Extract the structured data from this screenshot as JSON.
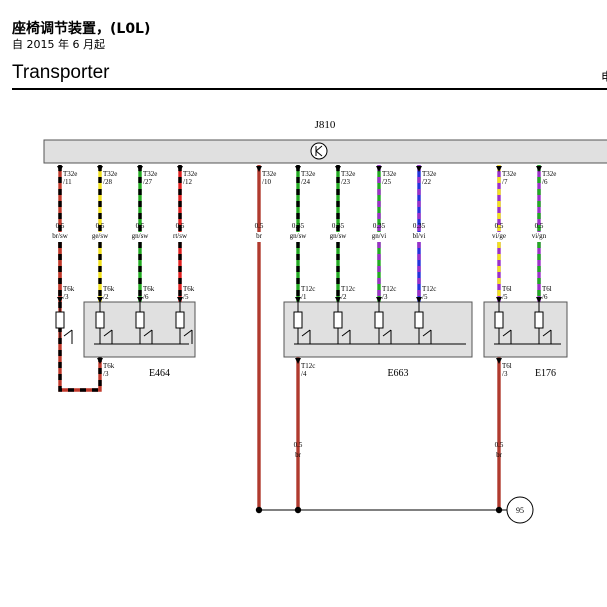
{
  "header": {
    "title": "座椅调节装置，(L0L)",
    "subtitle": "自 2015 年 6 月起",
    "model": "Transporter",
    "right_text": "电"
  },
  "diagram": {
    "control_unit": {
      "label": "J810",
      "symbol": "transistor-icon"
    },
    "connectors": [
      {
        "pin": "T32e",
        "num": "/11",
        "size": "0.5",
        "color": "br/sw",
        "wire": [
          "#c0392b",
          "#000000"
        ],
        "module": "E464",
        "sub_pin": "T6k",
        "sub_num": "/3",
        "bottom": true
      },
      {
        "pin": "T32e",
        "num": "/28",
        "size": "0.5",
        "color": "ge/sw",
        "wire": [
          "#f1e21e",
          "#000000"
        ],
        "module": "E464",
        "sub_pin": "T6k",
        "sub_num": "/2"
      },
      {
        "pin": "T32e",
        "num": "/27",
        "size": "0.5",
        "color": "gn/sw",
        "wire": [
          "#22aa22",
          "#000000"
        ],
        "module": "E464",
        "sub_pin": "T6k",
        "sub_num": "/6"
      },
      {
        "pin": "T32e",
        "num": "/12",
        "size": "0.5",
        "color": "rt/sw",
        "wire": [
          "#e02020",
          "#000000"
        ],
        "module": "E464",
        "sub_pin": "T6k",
        "sub_num": "/5"
      },
      {
        "pin": "T32e",
        "num": "/10",
        "size": "0.5",
        "color": "br",
        "wire": [
          "#b03a2e",
          "#b03a2e"
        ]
      },
      {
        "pin": "T32e",
        "num": "/24",
        "size": "0.35",
        "color": "gn/sw",
        "wire": [
          "#22aa22",
          "#000000"
        ],
        "module": "E663",
        "sub_pin": "T12c",
        "sub_num": "/1"
      },
      {
        "pin": "T32e",
        "num": "/23",
        "size": "0.35",
        "color": "gn/sw",
        "wire": [
          "#22aa22",
          "#000000"
        ],
        "module": "E663",
        "sub_pin": "T12c",
        "sub_num": "/2"
      },
      {
        "pin": "T32e",
        "num": "/25",
        "size": "0.35",
        "color": "gn/vi",
        "wire": [
          "#22aa22",
          "#9b30c8"
        ],
        "module": "E663",
        "sub_pin": "T12c",
        "sub_num": "/3"
      },
      {
        "pin": "T32e",
        "num": "/22",
        "size": "0.35",
        "color": "bl/vi",
        "wire": [
          "#2233dd",
          "#9b30c8"
        ],
        "module": "E663",
        "sub_pin": "T12c",
        "sub_num": "/5"
      },
      {
        "pin": "T32e",
        "num": "/7",
        "size": "0.5",
        "color": "vi/ge",
        "wire": [
          "#9b30c8",
          "#f1e21e"
        ],
        "module": "E176",
        "sub_pin": "T6l",
        "sub_num": "/5"
      },
      {
        "pin": "T32e",
        "num": "/6",
        "size": "0.5",
        "color": "vi/gn",
        "wire": [
          "#9b30c8",
          "#22aa22"
        ],
        "module": "E176",
        "sub_pin": "T6l",
        "sub_num": "/6"
      }
    ],
    "modules": [
      {
        "label": "E464"
      },
      {
        "label": "E663",
        "bottom_pin": "T12c",
        "bottom_num": "/4",
        "bottom_size": "0.5",
        "bottom_color": "br"
      },
      {
        "label": "E176",
        "bottom_pin": "T6l",
        "bottom_num": "/3",
        "bottom_size": "0.5",
        "bottom_color": "br"
      }
    ],
    "ground": {
      "label": "95"
    },
    "colors": {
      "module_fill": "#e0e0e0",
      "ground_wire": "#b03a2e"
    }
  }
}
